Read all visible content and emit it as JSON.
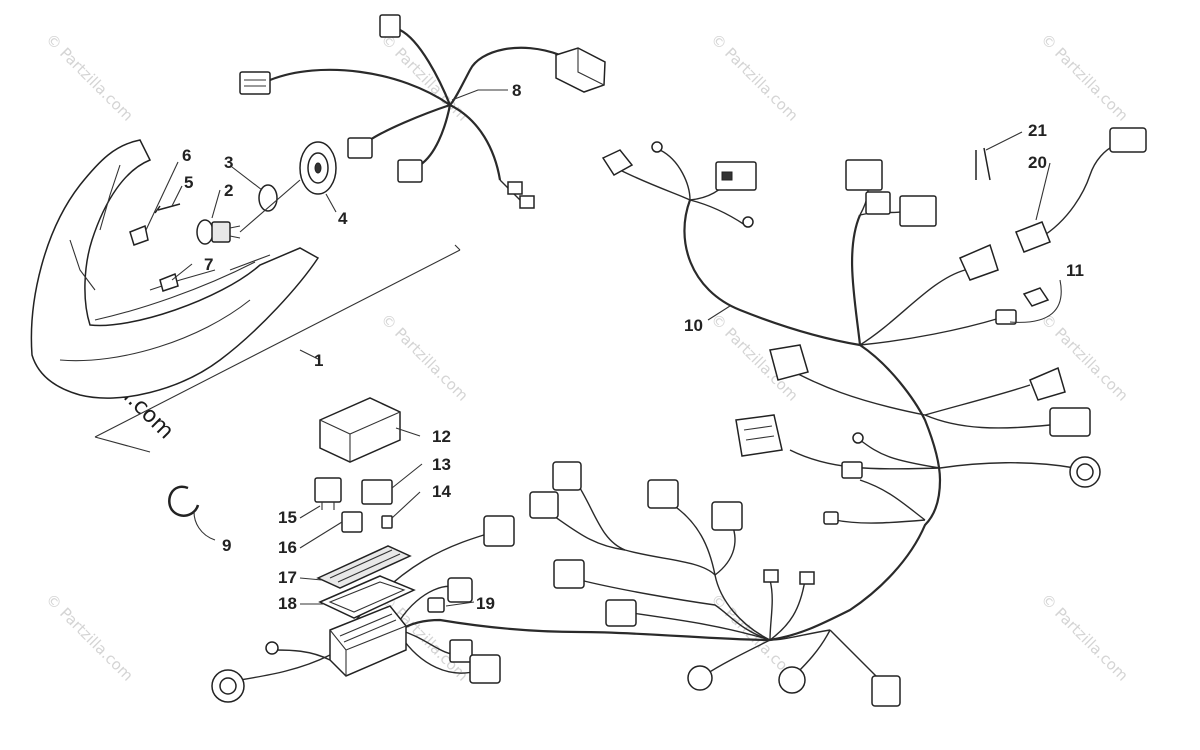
{
  "watermark": {
    "text": "© Partzilla.com"
  },
  "callouts": {
    "c1": "1",
    "c2": "2",
    "c3": "3",
    "c4": "4",
    "c5": "5",
    "c6": "6",
    "c7": "7",
    "c8": "8",
    "c9": "9",
    "c10": "10",
    "c11": "11",
    "c12": "12",
    "c13": "13",
    "c14": "14",
    "c15": "15",
    "c16": "16",
    "c17": "17",
    "c18": "18",
    "c19": "19",
    "c20": "20",
    "c21": "21"
  }
}
